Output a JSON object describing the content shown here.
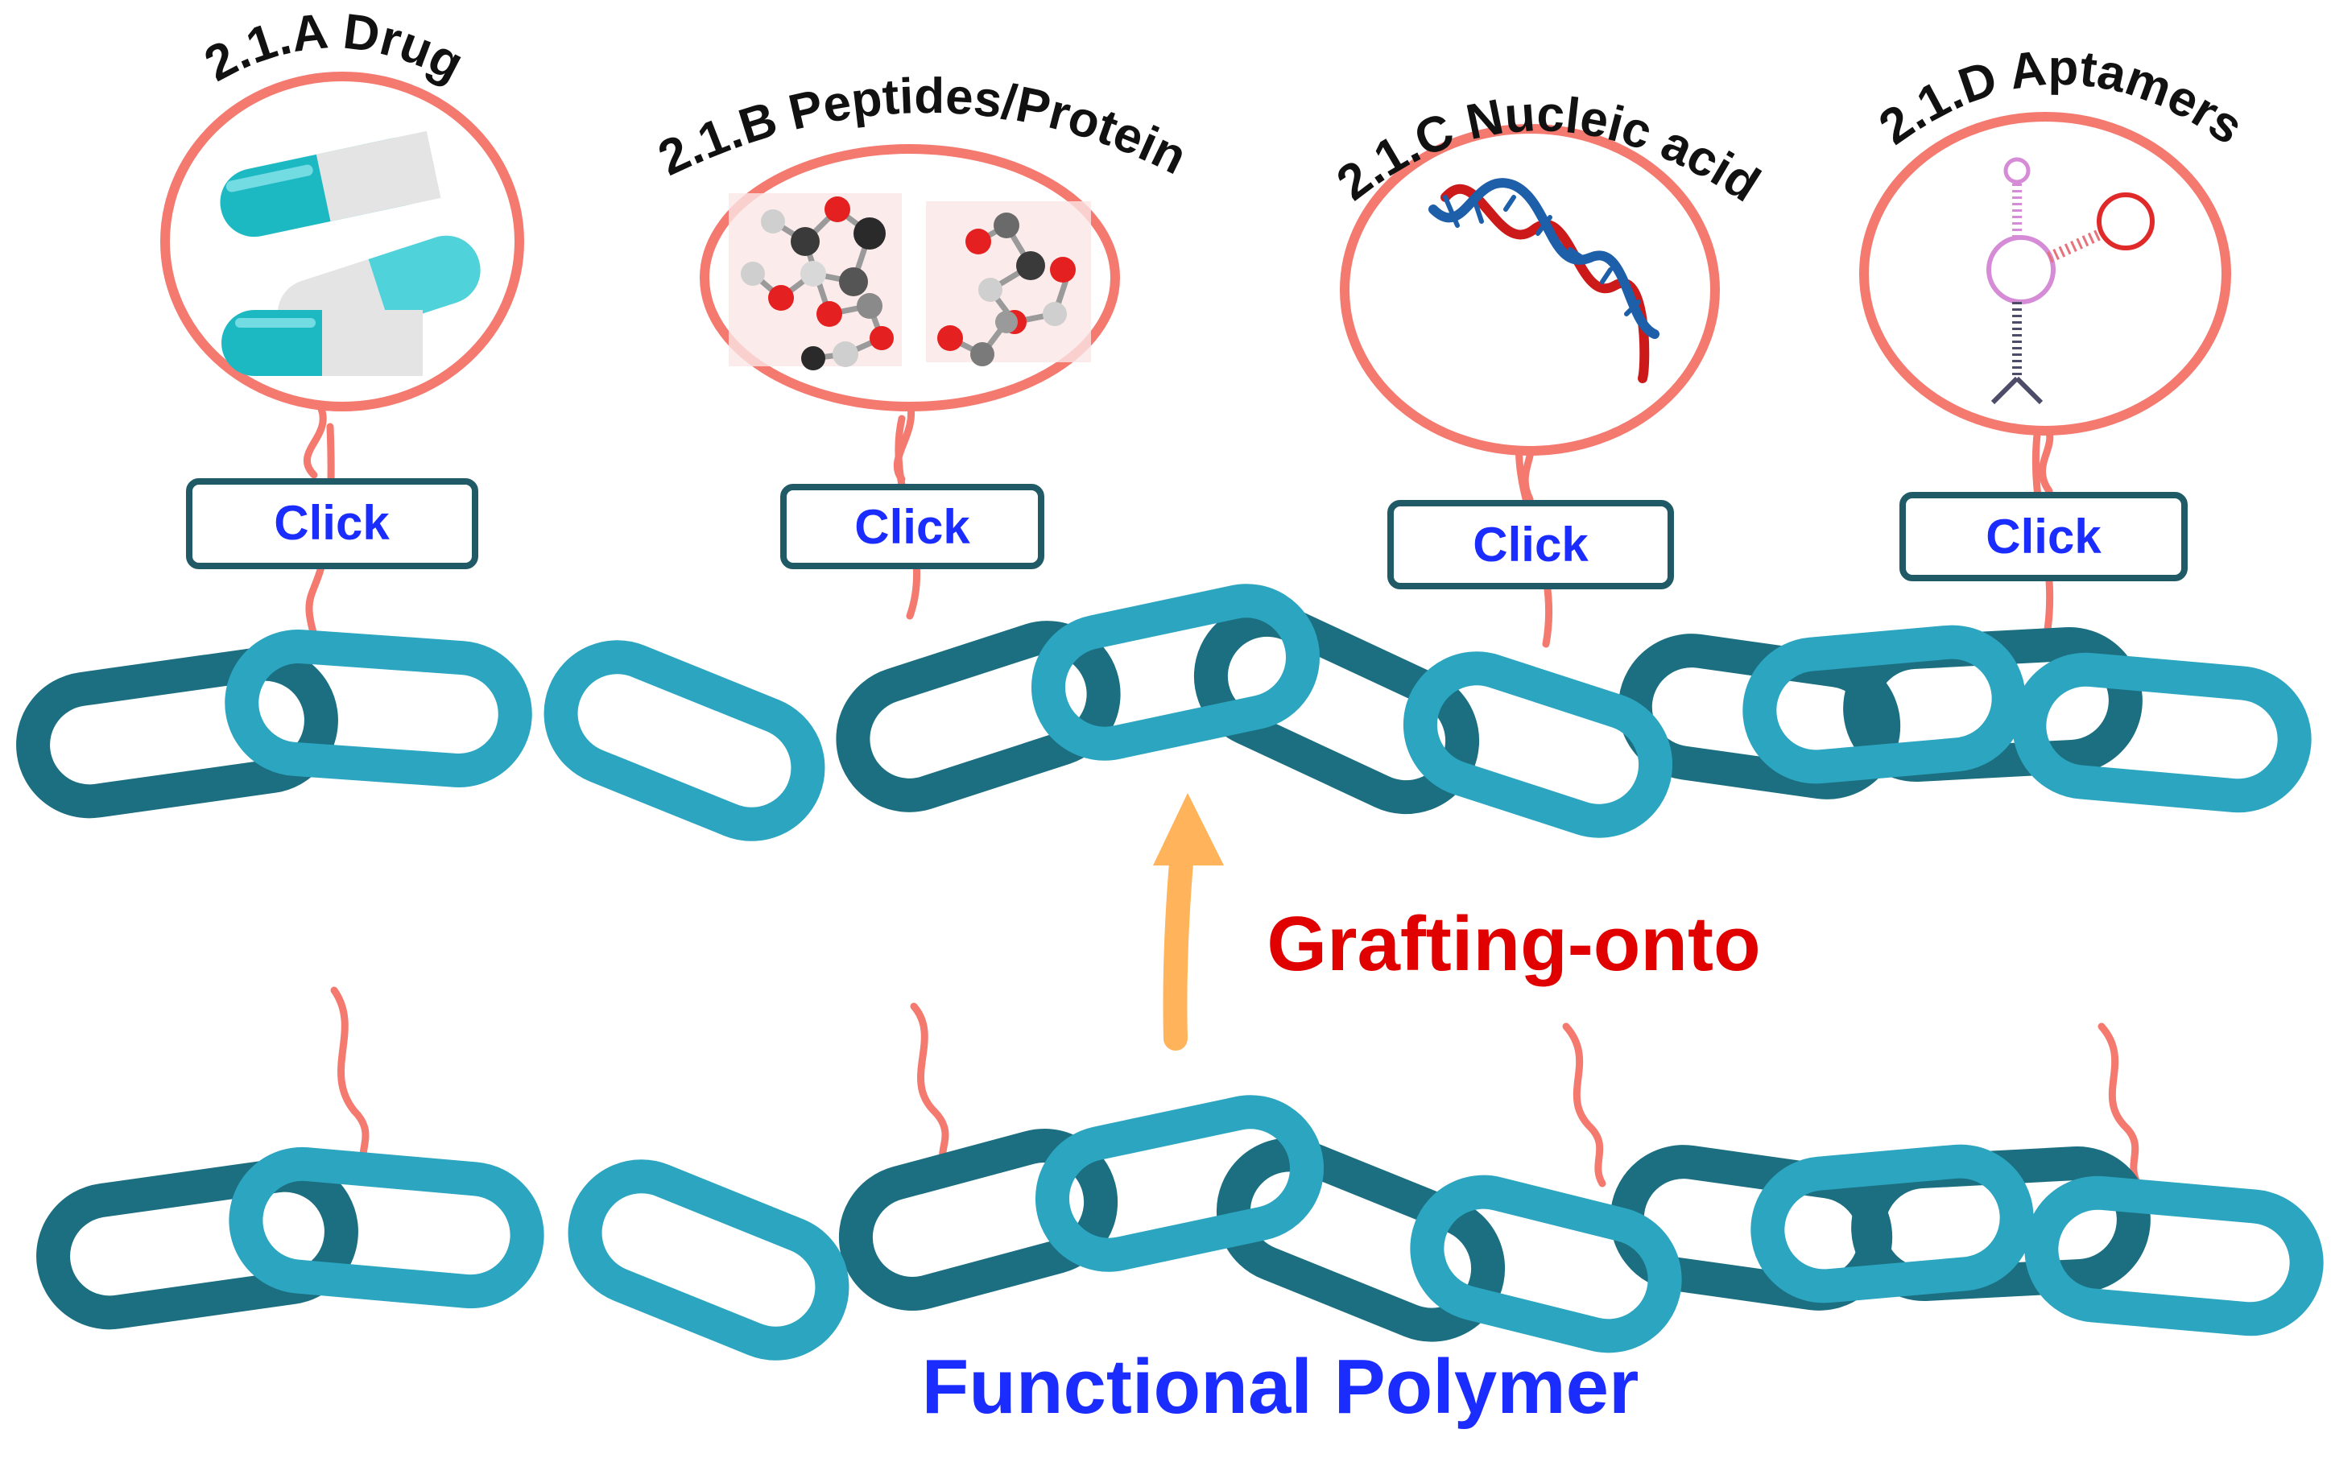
{
  "colors": {
    "tether": "#f4796f",
    "bubble_ring": "#f4796f",
    "chain_dark": "#1c6f80",
    "chain_light": "#2ba5c0",
    "arrow": "#ffb45c",
    "click_border": "#1f5a66",
    "click_text": "#1b2cff",
    "grafting_text": "#e00000",
    "polymer_text": "#1b2cff"
  },
  "payloads": [
    {
      "title": "2.1.A Drug",
      "icon": "drug-capsules-icon",
      "click_label": "Click"
    },
    {
      "title": "2.1.B Peptides/Protein",
      "icon": "protein-molecule-icon",
      "click_label": "Click"
    },
    {
      "title": "2.1.C Nucleic acid",
      "icon": "dna-helix-icon",
      "click_label": "Click"
    },
    {
      "title": "2.1.D Aptamers",
      "icon": "aptamer-icon",
      "click_label": "Click"
    }
  ],
  "arrow_icon": "up-arrow-icon",
  "process_label": "Grafting-onto",
  "polymer_label": "Functional Polymer"
}
